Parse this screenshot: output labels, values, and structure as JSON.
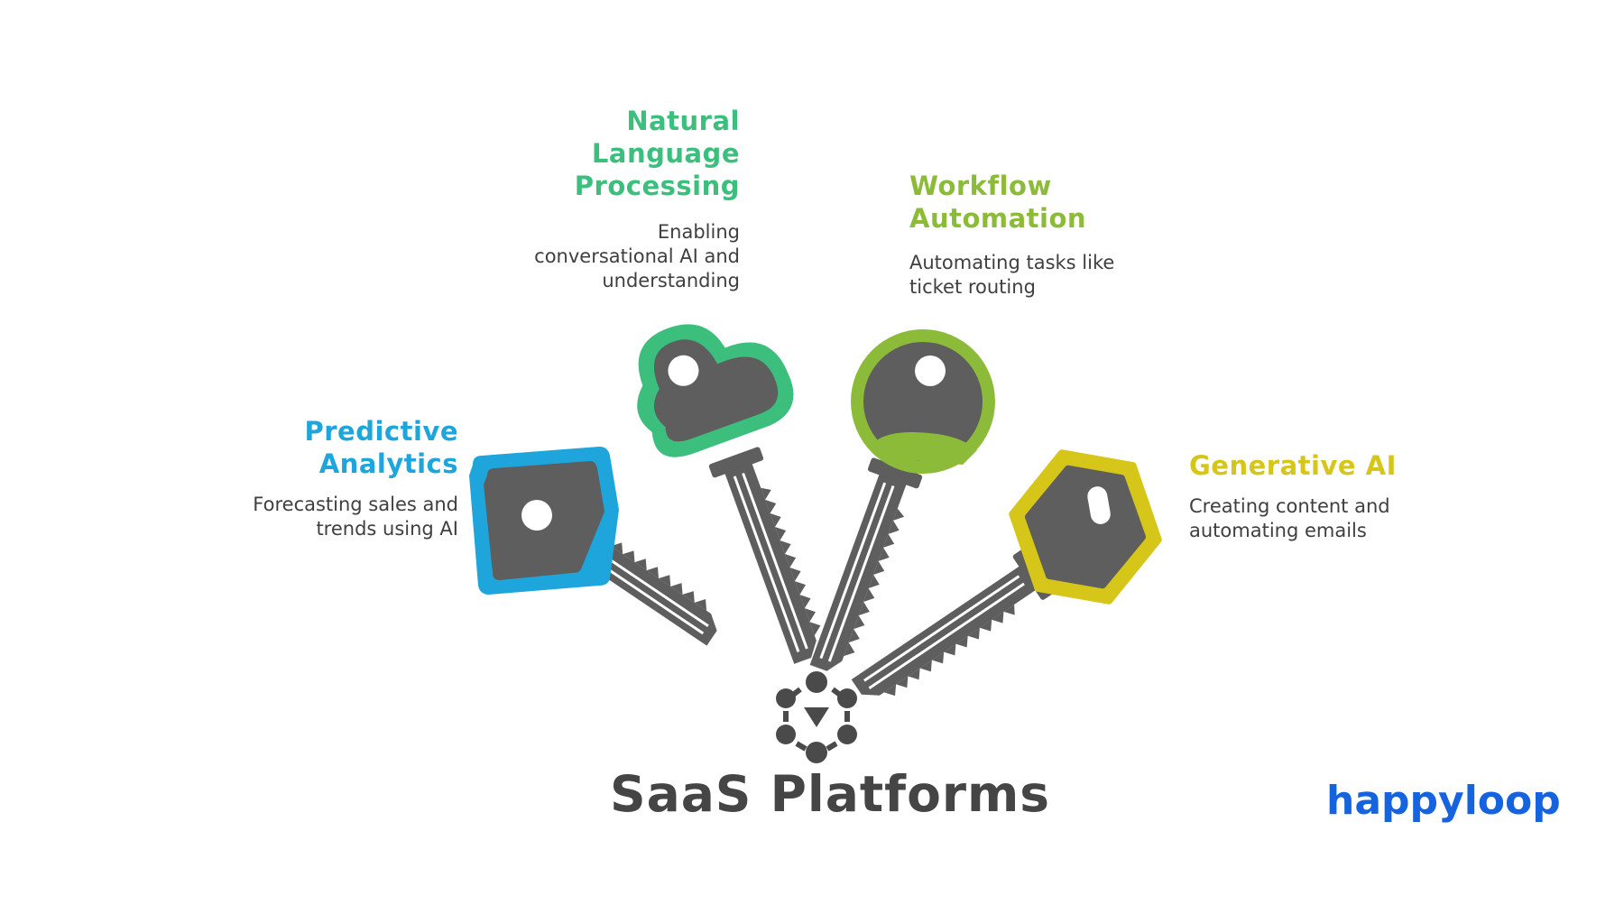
{
  "diagram": {
    "title": "SaaS Platforms",
    "brand": "happyloop",
    "keys": [
      {
        "id": "predictive",
        "title_lines": [
          "Predictive",
          "Analytics"
        ],
        "desc_lines": [
          "Forecasting sales and",
          "trends using AI"
        ],
        "color": "#1ea5dc"
      },
      {
        "id": "nlp",
        "title_lines": [
          "Natural",
          "Language",
          "Processing"
        ],
        "desc_lines": [
          "Enabling",
          "conversational AI and",
          "understanding"
        ],
        "color": "#3cbf7d"
      },
      {
        "id": "workflow",
        "title_lines": [
          "Workflow",
          "Automation"
        ],
        "desc_lines": [
          "Automating tasks like",
          "ticket routing"
        ],
        "color": "#8cbb3a"
      },
      {
        "id": "generative",
        "title_lines": [
          "Generative AI"
        ],
        "desc_lines": [
          "Creating content and",
          "automating emails"
        ],
        "color": "#d6c619"
      }
    ],
    "key_body_color": "#5e5e5e"
  }
}
